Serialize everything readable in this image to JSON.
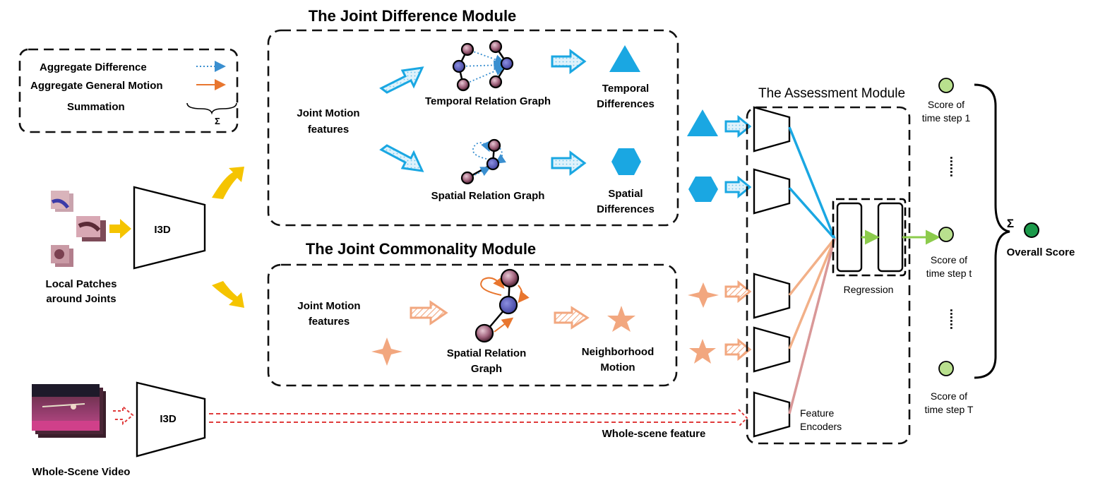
{
  "legend": {
    "aggregate_difference": "Aggregate Difference",
    "aggregate_general_motion": "Aggregate General Motion",
    "summation": "Summation",
    "summation_symbol": "Σ"
  },
  "inputs": {
    "local_patches": [
      "Local Patches",
      "around Joints"
    ],
    "whole_scene_video": "Whole-Scene Video",
    "i3d_top": "I3D",
    "i3d_bottom": "I3D"
  },
  "difference_module": {
    "title": "The Joint Difference Module",
    "joint_motion": [
      "Joint Motion",
      "features"
    ],
    "temporal_graph": "Temporal Relation Graph",
    "spatial_graph": "Spatial Relation Graph",
    "temporal_diff": [
      "Temporal",
      "Differences"
    ],
    "spatial_diff": [
      "Spatial",
      "Differences"
    ]
  },
  "commonality_module": {
    "title": "The Joint Commonality Module",
    "joint_motion": [
      "Joint Motion",
      "features"
    ],
    "spatial_graph": [
      "Spatial Relation",
      "Graph"
    ],
    "neighborhood": [
      "Neighborhood",
      "Motion"
    ]
  },
  "assessment_module": {
    "title": "The Assessment Module",
    "regression": "Regression",
    "feature_encoders": [
      "Feature",
      "Encoders"
    ],
    "whole_scene_feature": "Whole-scene feature"
  },
  "scores": {
    "step1": [
      "Score of",
      "time step 1"
    ],
    "stept": [
      "Score of",
      "time step t"
    ],
    "stepT": [
      "Score of",
      "time step T"
    ],
    "dots": "......",
    "sum_symbol": "Σ",
    "overall": "Overall Score"
  },
  "colors": {
    "blue": "#1aa7e2",
    "orange": "#f2a77f",
    "yellow": "#f5c400",
    "red": "#e03b3b",
    "green_light": "#b9e08e",
    "green_dark": "#1c9a4b"
  }
}
